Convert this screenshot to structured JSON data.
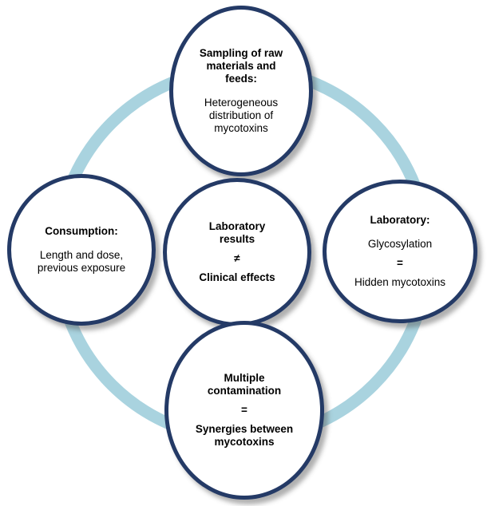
{
  "colors": {
    "ring": "#a9d3df",
    "node_border": "#243a66",
    "node_fill": "#ffffff",
    "text": "#000000"
  },
  "nodes": {
    "top": {
      "title": "Sampling of raw\nmaterials and\nfeeds:",
      "text": "Heterogeneous\ndistribution of\nmycotoxins"
    },
    "left": {
      "title": "Consumption:",
      "text": "Length and dose,\nprevious exposure"
    },
    "center": {
      "title": "Laboratory\nresults",
      "symbol": "≠",
      "text": "Clinical effects"
    },
    "right": {
      "title": "Laboratory:",
      "text": "Glycosylation",
      "symbol": "=",
      "text2": "Hidden mycotoxins"
    },
    "bottom": {
      "title": "Multiple\ncontamination",
      "symbol": "=",
      "text": "Synergies between\nmycotoxins"
    }
  }
}
